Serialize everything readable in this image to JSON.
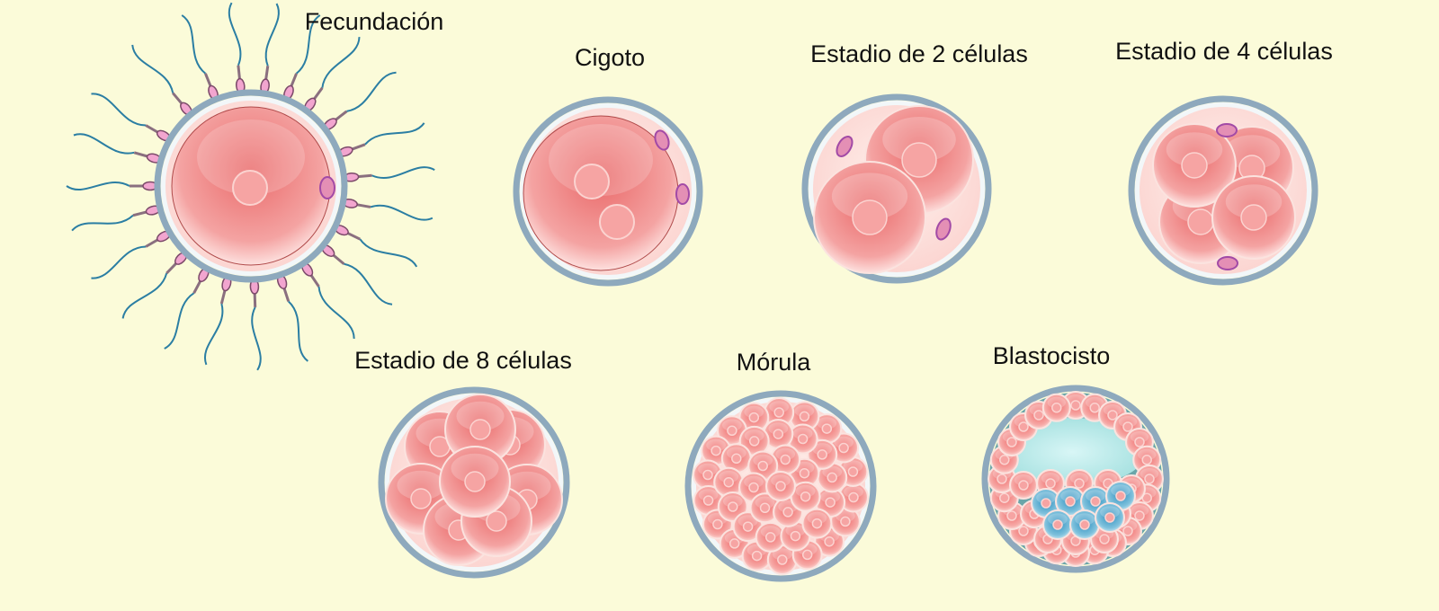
{
  "stages": [
    {
      "key": "fertilization",
      "label": "Fecundación"
    },
    {
      "key": "zygote",
      "label": "Cigoto"
    },
    {
      "key": "two-cell",
      "label": "Estadio de 2 células"
    },
    {
      "key": "four-cell",
      "label": "Estadio de 4 células"
    },
    {
      "key": "eight-cell",
      "label": "Estadio de 8 células"
    },
    {
      "key": "morula",
      "label": "Mórula"
    },
    {
      "key": "blastocyst",
      "label": "Blastocisto"
    }
  ]
}
